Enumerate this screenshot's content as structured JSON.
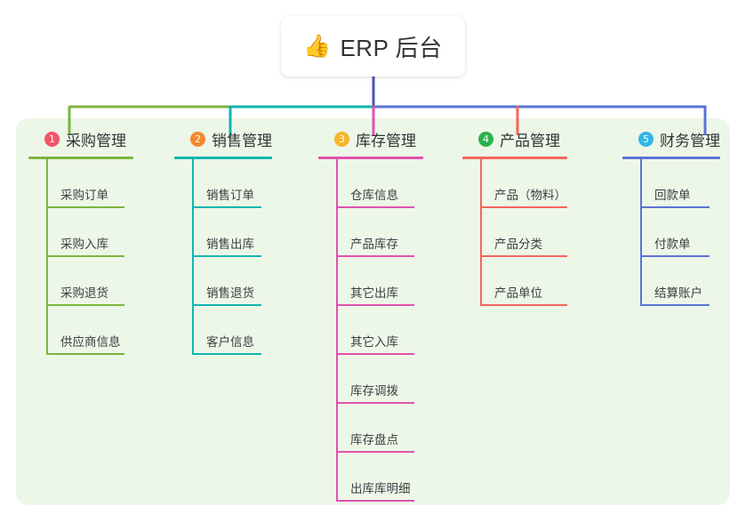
{
  "root": {
    "icon": "thumbs-up-icon",
    "icon_glyph": "👍",
    "title": "ERP 后台"
  },
  "theme": {
    "panel_bg": "#edf7e8",
    "page_bg": "#ffffff",
    "root_text": "#333333",
    "root_stem": "#4a52b8"
  },
  "columns": [
    {
      "index": "1",
      "title": "采购管理",
      "badge_color": "#f4546a",
      "rule_color": "#7cb53f",
      "line_color": "#7cb53f",
      "items": [
        "采购订单",
        "采购入库",
        "采购退货",
        "供应商信息"
      ]
    },
    {
      "index": "2",
      "title": "销售管理",
      "badge_color": "#f5882c",
      "rule_color": "#11b5b0",
      "line_color": "#11b5b0",
      "items": [
        "销售订单",
        "销售出库",
        "销售退货",
        "客户信息"
      ]
    },
    {
      "index": "3",
      "title": "库存管理",
      "badge_color": "#f6b62a",
      "rule_color": "#e052ae",
      "line_color": "#e052ae",
      "items": [
        "仓库信息",
        "产品库存",
        "其它出库",
        "其它入库",
        "库存调拨",
        "库存盘点",
        "出库库明细"
      ]
    },
    {
      "index": "4",
      "title": "产品管理",
      "badge_color": "#2bb24c",
      "rule_color": "#f4665e",
      "line_color": "#f4665e",
      "items": [
        "产品（物料）",
        "产品分类",
        "产品单位"
      ]
    },
    {
      "index": "5",
      "title": "财务管理",
      "badge_color": "#33b7e8",
      "rule_color": "#5b74d4",
      "line_color": "#5b74d4",
      "items": [
        "回款单",
        "付款单",
        "结算账户"
      ]
    }
  ],
  "bus": {
    "segments": [
      {
        "name": "segment-green",
        "color": "#7cb53f"
      },
      {
        "name": "segment-teal",
        "color": "#11b5b0"
      },
      {
        "name": "segment-blue",
        "color": "#5b74d4"
      }
    ]
  }
}
